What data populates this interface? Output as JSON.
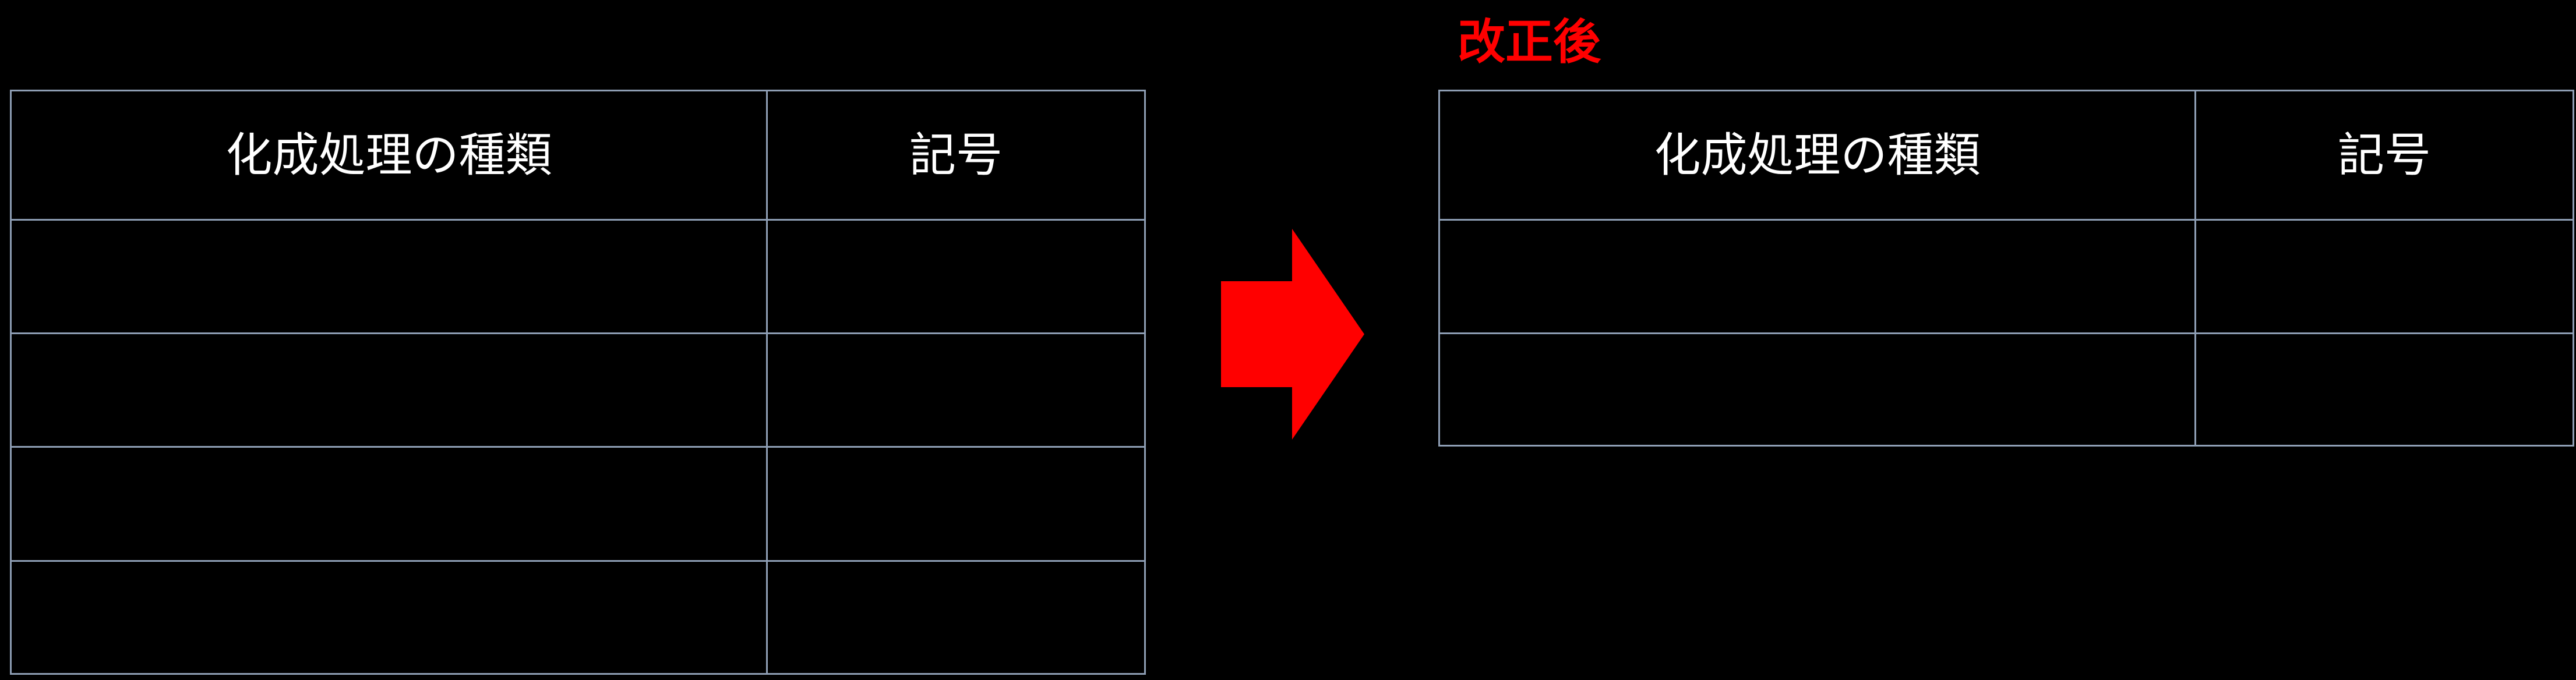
{
  "slide": {
    "background": "#000000"
  },
  "colors": {
    "table_border": "#8E9EB4",
    "header_text": "#FFFFFF",
    "accent_red": "#FF0000"
  },
  "left_table": {
    "headers": [
      "化成処理の種類",
      "記号"
    ],
    "rows": [
      [
        "",
        ""
      ],
      [
        "",
        ""
      ],
      [
        "",
        ""
      ],
      [
        "",
        ""
      ]
    ]
  },
  "right_table": {
    "label": "改正後",
    "headers": [
      "化成処理の種類",
      "記号"
    ],
    "rows": [
      [
        "",
        ""
      ],
      [
        "",
        ""
      ]
    ]
  },
  "arrow": {
    "icon": "right-arrow-icon",
    "color": "#FF0000"
  }
}
